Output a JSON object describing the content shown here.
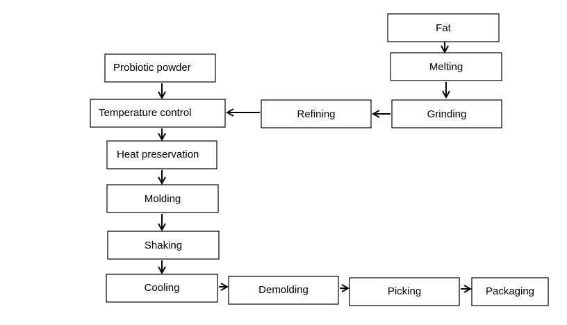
{
  "diagram": {
    "nodes": {
      "fat": "Fat",
      "melting": "Melting",
      "grinding": "Grinding",
      "refining": "Refining",
      "probiotic": "Probiotic powder",
      "temperature": "Temperature control",
      "heat": "Heat preservation",
      "molding": "Molding",
      "shaking": "Shaking",
      "cooling": "Cooling",
      "demolding": "Demolding",
      "picking": "Picking",
      "packaging": "Packaging"
    },
    "edges": [
      [
        "fat",
        "melting"
      ],
      [
        "melting",
        "grinding"
      ],
      [
        "grinding",
        "refining"
      ],
      [
        "refining",
        "temperature"
      ],
      [
        "probiotic",
        "temperature"
      ],
      [
        "temperature",
        "heat"
      ],
      [
        "heat",
        "molding"
      ],
      [
        "molding",
        "shaking"
      ],
      [
        "shaking",
        "cooling"
      ],
      [
        "cooling",
        "demolding"
      ],
      [
        "demolding",
        "picking"
      ],
      [
        "picking",
        "packaging"
      ]
    ],
    "colors": {
      "stroke": "#000000",
      "fill": "#ffffff",
      "text": "#000000"
    }
  }
}
